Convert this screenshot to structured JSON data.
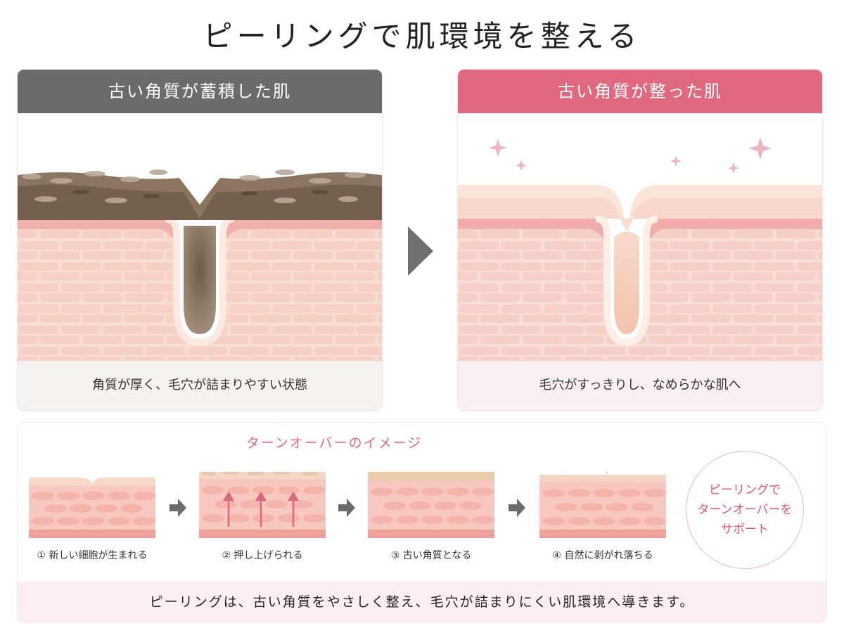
{
  "title": "ピーリングで肌環境を整える",
  "before": {
    "header": "古い角質が蓄積した肌",
    "caption": "角質が厚く、毛穴が詰まりやすい状態"
  },
  "after": {
    "header": "古い角質が整った肌",
    "caption": "毛穴がすっきりし、なめらかな肌へ"
  },
  "turnover": {
    "title": "ターンオーバーのイメージ",
    "steps": [
      {
        "label": "① 新しい細胞が生まれる"
      },
      {
        "label": "② 押し上げられる"
      },
      {
        "label": "③ 古い角質となる"
      },
      {
        "label": "④ 自然に剥がれ落ちる"
      }
    ],
    "support": {
      "line1": "ピーリングで",
      "line2": "ターンオーバーを",
      "line3": "サポート"
    }
  },
  "summary": "ピーリングは、古い角質をやさしく整え、毛穴が詰まりにくい肌環境へ導きます。",
  "colors": {
    "before_header": "#6b6b6b",
    "after_header": "#e0697f",
    "accent_pink": "#e0697f",
    "skin": "#f7d6cc",
    "dermis": "#f2a9a8",
    "keratin_dark": "#7a6450"
  },
  "icons": [
    "right-triangle-arrow-icon",
    "sparkle-icon",
    "up-arrow-icon"
  ]
}
